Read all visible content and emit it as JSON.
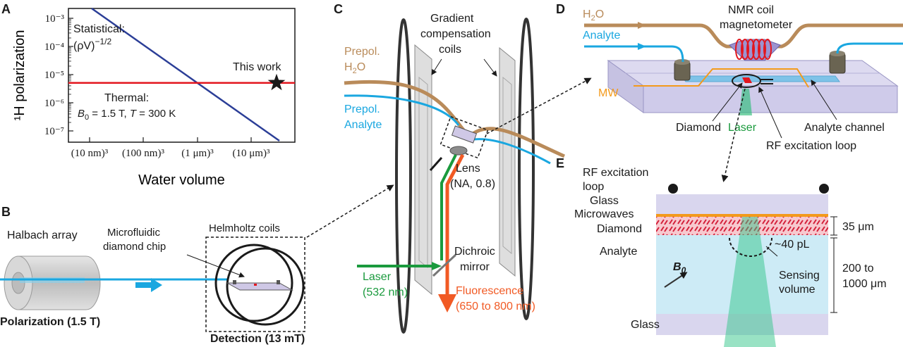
{
  "colors": {
    "blue": "#2b3e97",
    "red": "#e3161e",
    "cyan": "#1aa7e0",
    "tan": "#b98b5a",
    "green": "#1a9a3d",
    "orange": "#f15a24",
    "mw": "#f39a1b",
    "purple": "#d9d6ee",
    "analyte_bg": "#cdebf6",
    "grey": "#c8c8c8"
  },
  "panels": {
    "A": {
      "label": "A"
    },
    "B": {
      "label": "B"
    },
    "C": {
      "label": "C"
    },
    "D": {
      "label": "D"
    },
    "E": {
      "label": "E"
    }
  },
  "chart_data": {
    "type": "line",
    "xlabel": "Water volume",
    "ylabel": "¹H polarization",
    "x_scale": "log",
    "y_scale": "log",
    "x_tick_labels": [
      "(10 nm)³",
      "(100 nm)³",
      "(1 μm)³",
      "(10 μm)³"
    ],
    "y_tick_labels": [
      "10⁻³",
      "10⁻⁴",
      "10⁻⁵",
      "10⁻⁶",
      "10⁻⁷"
    ],
    "series": [
      {
        "label_line1": "Statistical:",
        "label_line2": "(ρV)",
        "label_exp": "−1/2",
        "kind": "power-law",
        "slope": -0.5
      },
      {
        "label_line1": "Thermal:",
        "label_line2_a": "B",
        "label_line2_sub": "0",
        "label_line2_b": " = 1.5 T, ",
        "label_line2_c": "T",
        "label_line2_d": " = 300 K",
        "kind": "constant",
        "y": 5.1e-06
      }
    ],
    "point": {
      "label": "This work",
      "y": 5.1e-06
    }
  },
  "B": {
    "halbach": "Halbach array",
    "chip": "Microfluidic",
    "chip2": "diamond chip",
    "helmholtz": "Helmholtz coils",
    "polarization": "Polarization (1.5 T)",
    "detection": "Detection (13 mT)"
  },
  "C": {
    "gradient1": "Gradient",
    "gradient2": "compensation",
    "gradient3": "coils",
    "prepol1": "Prepol.",
    "prepol_h2o": "H",
    "prepol_h2o_sub": "2",
    "prepol_h2o_b": "O",
    "prepol2": "Prepol.",
    "analyte": "Analyte",
    "lens1": "Lens",
    "lens2": "(NA, 0.8)",
    "dichroic1": "Dichroic",
    "dichroic2": "mirror",
    "laser1": "Laser",
    "laser2": "(532 nm)",
    "fluor1": "Fluorescence",
    "fluor2": "(650 to 800 nm)"
  },
  "D": {
    "h2o": "H",
    "h2o_sub": "2",
    "h2o_b": "O",
    "analyte": "Analyte",
    "nmr1": "NMR coil",
    "nmr2": "magnetometer",
    "mw": "MW",
    "diamond": "Diamond",
    "laser": "Laser",
    "channel": "Analyte channel",
    "rf": "RF excitation loop"
  },
  "E": {
    "rf1": "RF excitation",
    "rf2": "loop",
    "glass_top": "Glass",
    "microwaves": "Microwaves",
    "diamond": "Diamond",
    "analyte": "Analyte",
    "b0": "B",
    "b0_sub": "0",
    "vol": "~40 pL",
    "sensing1": "Sensing",
    "sensing2": "volume",
    "glass_bot": "Glass",
    "dim35": "35 μm",
    "dim200a": "200 to",
    "dim200b": "1000 μm"
  }
}
